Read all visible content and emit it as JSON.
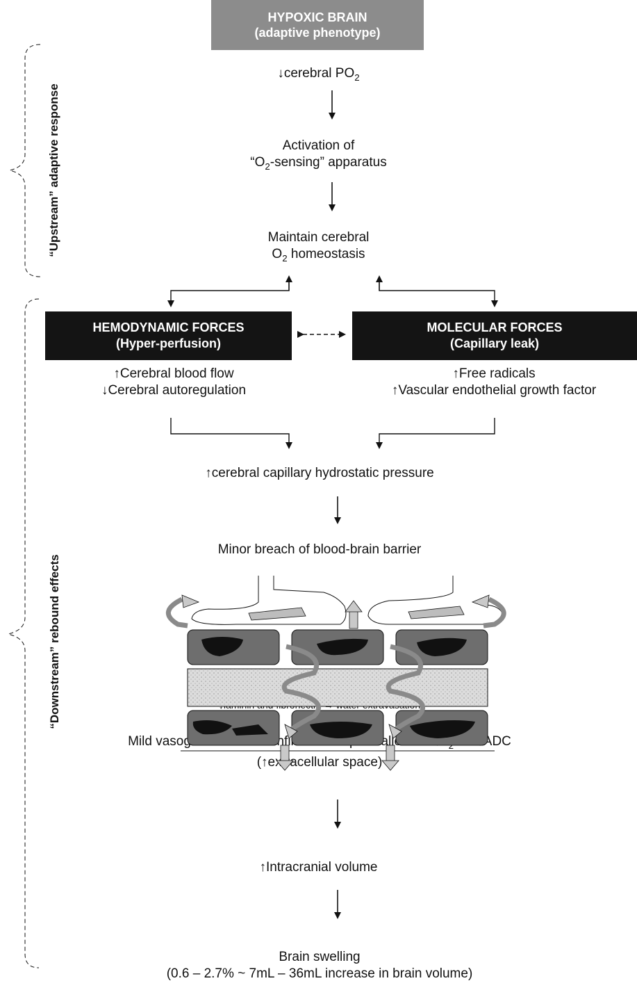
{
  "top_box": {
    "line1": "HYPOXIC BRAIN",
    "line2": "(adaptive phenotype)"
  },
  "side_labels": {
    "upstream": "“Upstream” adaptive response",
    "downstream": "“Downstream” rebound effects"
  },
  "nodes": {
    "cerebral_po2": {
      "arrow": "↓",
      "text": "cerebral PO",
      "sub": "2"
    },
    "activation": {
      "line1": "Activation of",
      "line2_pre": "“O",
      "line2_sub": "2",
      "line2_post": "-sensing” apparatus"
    },
    "maintain": {
      "line1": "Maintain cerebral",
      "line2_pre": "O",
      "line2_sub": "2",
      "line2_post": " homeostasis"
    },
    "hydrostatic": {
      "arrow": "↑",
      "text": "cerebral capillary hydrostatic pressure"
    },
    "breach": "Minor breach of blood-brain barrier",
    "laminin": "↓laminin and fibronectin → water extravasation",
    "edema": {
      "line1_pre": "Mild vasogenic edema confined to corpus callosum: ↑T",
      "line1_sub": "2",
      "line1_post": "rt + ↑ADC",
      "line2": "(↑extracellular space)"
    },
    "intracranial": "↑Intracranial volume",
    "swelling": {
      "line1": "Brain swelling",
      "line2": "(0.6 – 2.7% ~ 7mL – 36mL increase in brain volume)"
    }
  },
  "hemodynamic": {
    "title": "HEMODYNAMIC FORCES",
    "subtitle": "(Hyper-perfusion)",
    "effects": [
      "↑Cerebral blood flow",
      "↓Cerebral autoregulation"
    ]
  },
  "molecular": {
    "title": "MOLECULAR FORCES",
    "subtitle": "(Capillary leak)",
    "effects": [
      "↑Free radicals",
      "↑Vascular endothelial growth factor"
    ]
  },
  "colors": {
    "grey_box": "#8c8c8c",
    "black_box": "#141414",
    "cell": "#6e6e6e",
    "membrane": "#d9d9d9"
  }
}
